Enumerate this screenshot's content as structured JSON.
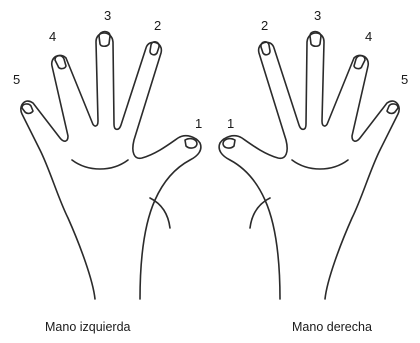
{
  "left_hand": {
    "caption": "Mano izquierda",
    "fingers": [
      {
        "number": "1"
      },
      {
        "number": "2"
      },
      {
        "number": "3"
      },
      {
        "number": "4"
      },
      {
        "number": "5"
      }
    ]
  },
  "right_hand": {
    "caption": "Mano derecha",
    "fingers": [
      {
        "number": "1"
      },
      {
        "number": "2"
      },
      {
        "number": "3"
      },
      {
        "number": "4"
      },
      {
        "number": "5"
      }
    ]
  },
  "colors": {
    "outline": "#2b2b2b",
    "fill": "#ffffff"
  }
}
